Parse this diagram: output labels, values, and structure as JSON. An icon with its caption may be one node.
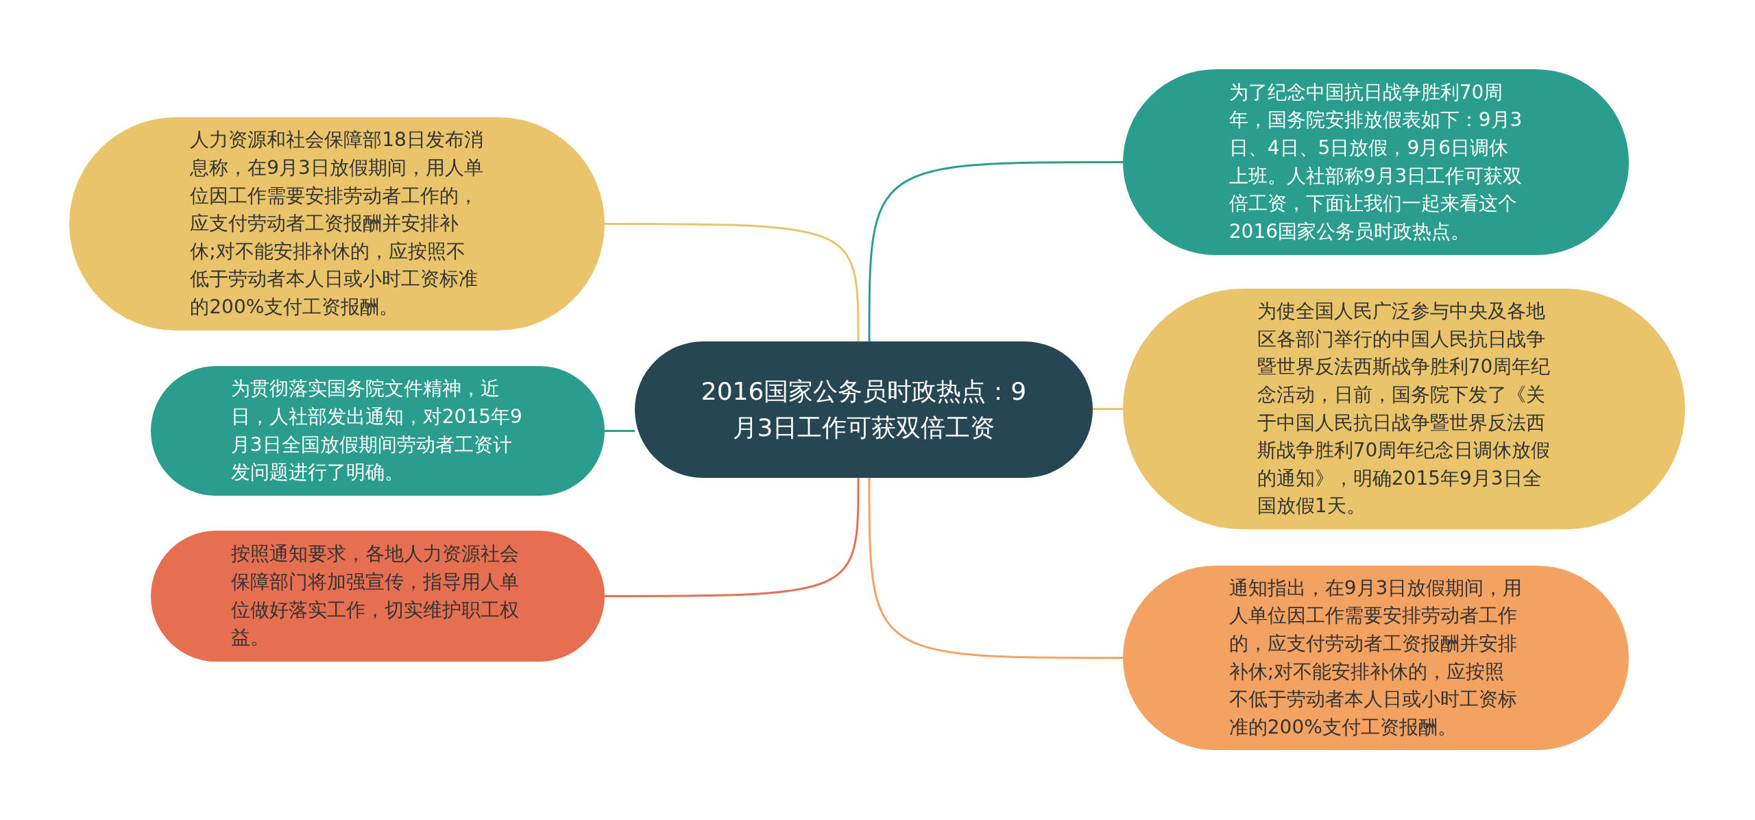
{
  "diagram": {
    "nodes": [
      {
        "text": [
          "2016国家公务员时政热点：9月3日工作可获双倍工资"
        ]
      },
      {
        "text": [
          "人力资源和社会保障部18日发布消息称，在9月3日放假期间，用人单位因工作需要安排劳动者工作的，应支付劳动者工资报酬并安排补休;对不能安排补休的，应按照不低于劳动者本人日或小时工资标准的200%支付工资报酬。"
        ]
      },
      {
        "text": [
          "为贯彻落实国务院文件精神，近日，人社部发出通知，对2015年9月3日全国放假期间劳动者工资计发问题进行了明确。"
        ]
      },
      {
        "text": [
          "按照通知要求，各地人力资源社会保障部门将加强宣传，指导用人单位做好落实工作，切实维护职工权益。"
        ]
      },
      {
        "text": [
          "为了纪念中国抗日战争胜利70周年，国务院安排放假表如下：9月3日、4日、5日放假，9月6日调休上班。人社部称9月3日工作可获双倍工资，下面让我们一起来看这个2016国家公务员时政热点。"
        ]
      },
      {
        "text": [
          "为使全国人民广泛参与中央及各地区各部门举行的中国人民抗日战争暨世界反法西斯战争胜利70周年纪念活动，日前，国务院下发了《关于中国人民抗日战争暨世界反法西斯战争胜利70周年纪念日调休放假的通知》，明确2015年9月3日全国放假1天。"
        ]
      },
      {
        "text": [
          "通知指出，在9月3日放假期间，用人单位因工作需要安排劳动者工作的，应支付劳动者工资报酬并安排补休;对不能安排补休的，应按照不低于劳动者本人日或小时工资标准的200%支付工资报酬。"
        ]
      }
    ],
    "edges": [
      {
        "from": 0,
        "to": 1,
        "arrow": "none",
        "color": "#e9c46a"
      },
      {
        "from": 0,
        "to": 2,
        "arrow": "none",
        "color": "#2a9d8f"
      },
      {
        "from": 0,
        "to": 3,
        "arrow": "none",
        "color": "#e76f51"
      },
      {
        "from": 0,
        "to": 4,
        "arrow": "none",
        "color": "#2a9d8f"
      },
      {
        "from": 0,
        "to": 5,
        "arrow": "none",
        "color": "#e9c46a"
      },
      {
        "from": 0,
        "to": 6,
        "arrow": "none",
        "color": "#f4a261"
      }
    ]
  }
}
